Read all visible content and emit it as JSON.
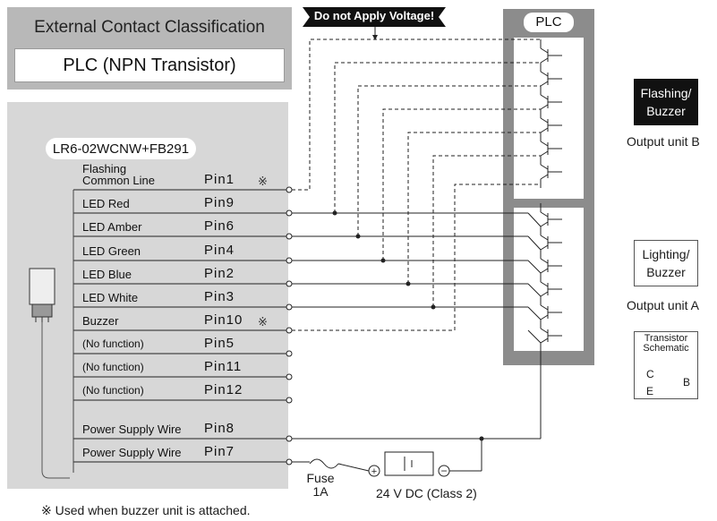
{
  "header": {
    "title": "External Contact Classification",
    "subtitle": "PLC (NPN Transistor)"
  },
  "warning": {
    "text": "Do not Apply Voltage!"
  },
  "device": {
    "model": "LR6-02WCNW+FB291"
  },
  "wires": [
    {
      "label": "Flashing Common Line",
      "pin": "Pin1",
      "note": "※"
    },
    {
      "label": "LED Red",
      "pin": "Pin9",
      "note": ""
    },
    {
      "label": "LED Amber",
      "pin": "Pin6",
      "note": ""
    },
    {
      "label": "LED Green",
      "pin": "Pin4",
      "note": ""
    },
    {
      "label": "LED Blue",
      "pin": "Pin2",
      "note": ""
    },
    {
      "label": "LED White",
      "pin": "Pin3",
      "note": ""
    },
    {
      "label": "Buzzer",
      "pin": "Pin10",
      "note": "※"
    },
    {
      "label": "(No function)",
      "pin": "Pin5",
      "note": ""
    },
    {
      "label": "(No function)",
      "pin": "Pin11",
      "note": ""
    },
    {
      "label": "(No function)",
      "pin": "Pin12",
      "note": ""
    },
    {
      "label": "Power Supply Wire",
      "pin": "Pin8",
      "note": ""
    },
    {
      "label": "Power Supply Wire",
      "pin": "Pin7",
      "note": ""
    }
  ],
  "plc": {
    "label": "PLC"
  },
  "output_unit_b": {
    "box_line1": "Flashing/",
    "box_line2": "Buzzer",
    "caption": "Output unit B"
  },
  "output_unit_a": {
    "box_line1": "Lighting/",
    "box_line2": "Buzzer",
    "caption": "Output unit A"
  },
  "schematic": {
    "title_line1": "Transistor",
    "title_line2": "Schematic",
    "c": "C",
    "b": "B",
    "e": "E"
  },
  "fuse": {
    "line1": "Fuse",
    "line2": "1A"
  },
  "supply": {
    "label": "24 V DC (Class 2)",
    "plus": "⊕",
    "minus": "⊖"
  },
  "footnote": "※  Used when buzzer unit is attached."
}
